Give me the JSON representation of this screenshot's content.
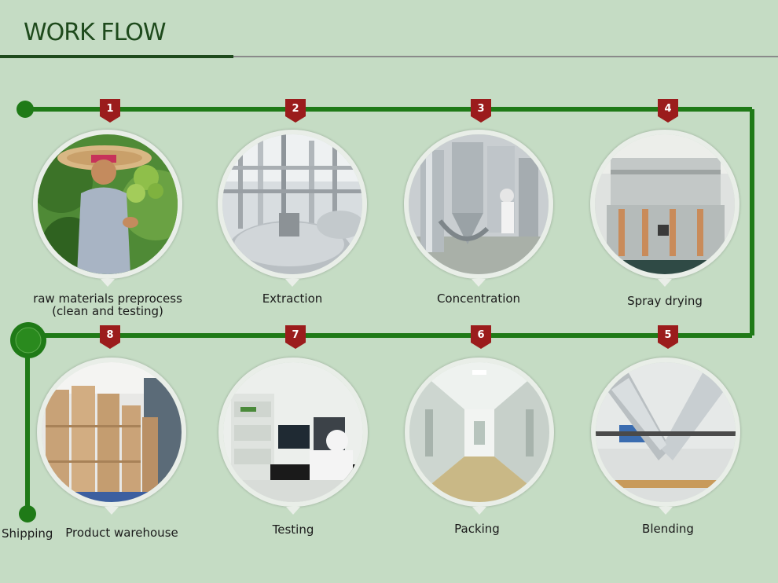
{
  "title": "WORK FLOW",
  "colors": {
    "background": "#c5dcc4",
    "flow_line": "#1f7a17",
    "title_text": "#1e4a1c",
    "marker": "#9b1c1c",
    "photo_border": "#e9eee8"
  },
  "steps": [
    {
      "number": "1",
      "label_line1": "raw materials preprocess",
      "label_line2": "(clean and testing)",
      "photo": "farmer-with-herbs"
    },
    {
      "number": "2",
      "label_line1": "Extraction",
      "label_line2": "",
      "photo": "extraction-tanks"
    },
    {
      "number": "3",
      "label_line1": "Concentration",
      "label_line2": "",
      "photo": "concentration-equipment"
    },
    {
      "number": "4",
      "label_line1": "Spray drying",
      "label_line2": "",
      "photo": "spray-dryer"
    },
    {
      "number": "5",
      "label_line1": "Blending",
      "label_line2": "",
      "photo": "v-blender"
    },
    {
      "number": "6",
      "label_line1": "Packing",
      "label_line2": "",
      "photo": "clean-corridor"
    },
    {
      "number": "7",
      "label_line1": "Testing",
      "label_line2": "",
      "photo": "lab-instruments"
    },
    {
      "number": "8",
      "label_line1": "Product warehouse",
      "label_line2": "",
      "photo": "fiber-drums"
    }
  ],
  "shipping_label": "Shipping"
}
